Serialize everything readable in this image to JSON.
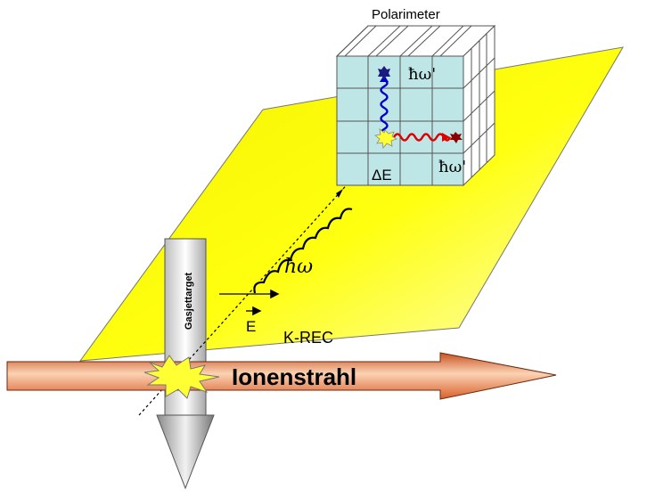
{
  "labels": {
    "polarimeter": "Polarimeter",
    "hbar_omega_prime_top": "ħω'",
    "hbar_omega_prime_bottom": "ħω'",
    "delta_e": "ΔE",
    "hbar_omega": "ħω",
    "gas_jet_target": "Gasjettarget",
    "e_field": "E",
    "k_rec": "K-REC",
    "ion_beam": "Ionenstrahl"
  },
  "colors": {
    "plane": "#ffff00",
    "detector_front": "#bfe6e6",
    "beam_body": "#e8703a",
    "wave_blue": "#0000cc",
    "wave_red": "#dd0000",
    "burst": "#ffff33"
  }
}
